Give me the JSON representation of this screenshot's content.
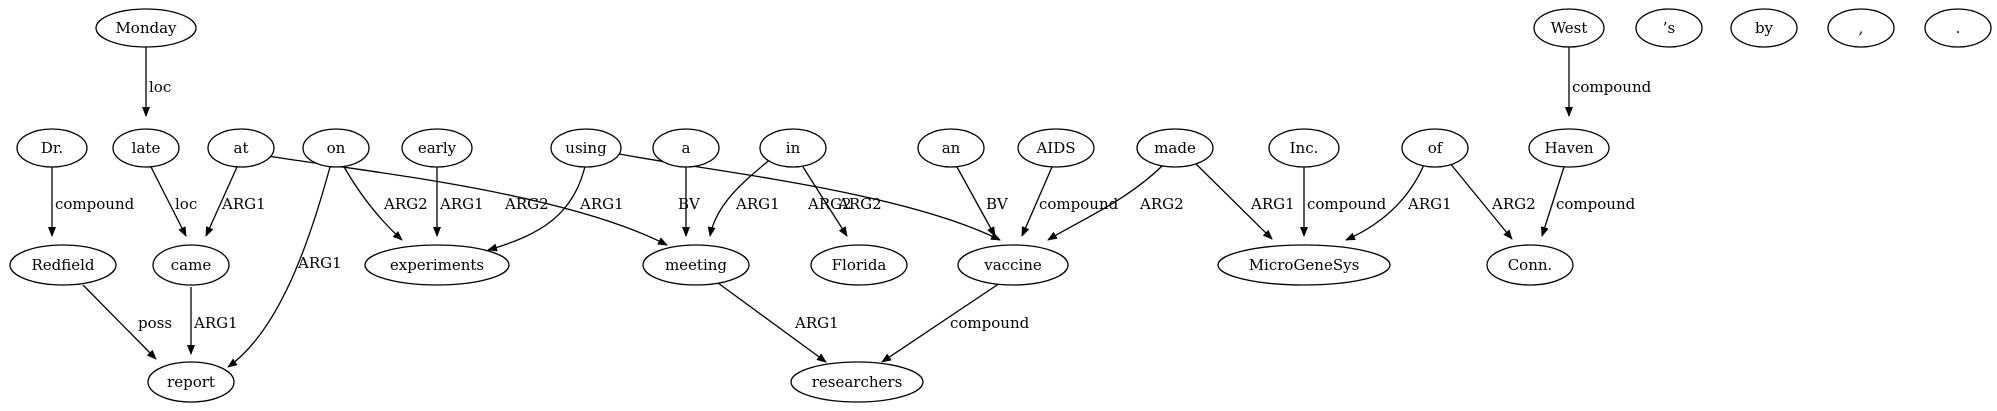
{
  "graph": {
    "colors": {
      "stroke": "#000000",
      "fill": "#ffffff",
      "text": "#000000"
    },
    "nodes": {
      "monday": "Monday",
      "late": "late",
      "dr": "Dr.",
      "at": "at",
      "on": "on",
      "early": "early",
      "using": "using",
      "a": "a",
      "in": "in",
      "an": "an",
      "aids": "AIDS",
      "made": "made",
      "inc": "Inc.",
      "of": "of",
      "west": "West",
      "poss_s": "’s",
      "by": "by",
      "comma": ",",
      "period": ".",
      "haven": "Haven",
      "redfield": "Redfield",
      "came": "came",
      "experiments": "experiments",
      "meeting": "meeting",
      "florida": "Florida",
      "vaccine": "vaccine",
      "microgenesys": "MicroGeneSys",
      "conn": "Conn.",
      "report": "report",
      "researchers": "researchers"
    },
    "edges": [
      {
        "id": "monday-late",
        "from": "Monday",
        "to": "late",
        "label": "loc"
      },
      {
        "id": "dr-redfield",
        "from": "Dr.",
        "to": "Redfield",
        "label": "compound"
      },
      {
        "id": "late-came",
        "from": "late",
        "to": "came",
        "label": "loc"
      },
      {
        "id": "at-came",
        "from": "at",
        "to": "came",
        "label": "ARG1"
      },
      {
        "id": "at-meeting",
        "from": "at",
        "to": "meeting",
        "label": "ARG2"
      },
      {
        "id": "on-report",
        "from": "on",
        "to": "report",
        "label": "ARG1"
      },
      {
        "id": "on-experiments",
        "from": "on",
        "to": "experiments",
        "label": "ARG2"
      },
      {
        "id": "early-experiments",
        "from": "early",
        "to": "experiments",
        "label": "ARG1"
      },
      {
        "id": "using-experiments",
        "from": "using",
        "to": "experiments",
        "label": "ARG1"
      },
      {
        "id": "using-vaccine",
        "from": "using",
        "to": "vaccine",
        "label": "ARG2"
      },
      {
        "id": "a-meeting",
        "from": "a",
        "to": "meeting",
        "label": "BV"
      },
      {
        "id": "in-meeting",
        "from": "in",
        "to": "meeting",
        "label": "ARG1"
      },
      {
        "id": "in-florida",
        "from": "in",
        "to": "Florida",
        "label": "ARG2"
      },
      {
        "id": "an-vaccine",
        "from": "an",
        "to": "vaccine",
        "label": "BV"
      },
      {
        "id": "aids-vaccine",
        "from": "AIDS",
        "to": "vaccine",
        "label": "compound"
      },
      {
        "id": "made-vaccine",
        "from": "made",
        "to": "vaccine",
        "label": "ARG2"
      },
      {
        "id": "made-microgenesys",
        "from": "made",
        "to": "MicroGeneSys",
        "label": "ARG1"
      },
      {
        "id": "inc-microgenesys",
        "from": "Inc.",
        "to": "MicroGeneSys",
        "label": "compound"
      },
      {
        "id": "of-microgenesys",
        "from": "of",
        "to": "MicroGeneSys",
        "label": "ARG1"
      },
      {
        "id": "of-conn",
        "from": "of",
        "to": "Conn.",
        "label": "ARG2"
      },
      {
        "id": "west-haven",
        "from": "West",
        "to": "Haven",
        "label": "compound"
      },
      {
        "id": "haven-conn",
        "from": "Haven",
        "to": "Conn.",
        "label": "compound"
      },
      {
        "id": "redfield-report",
        "from": "Redfield",
        "to": "report",
        "label": "poss"
      },
      {
        "id": "came-report",
        "from": "came",
        "to": "report",
        "label": "ARG1"
      },
      {
        "id": "meeting-researchers",
        "from": "meeting",
        "to": "researchers",
        "label": "ARG1"
      },
      {
        "id": "vaccine-researchers",
        "from": "vaccine",
        "to": "researchers",
        "label": "compound"
      }
    ]
  }
}
